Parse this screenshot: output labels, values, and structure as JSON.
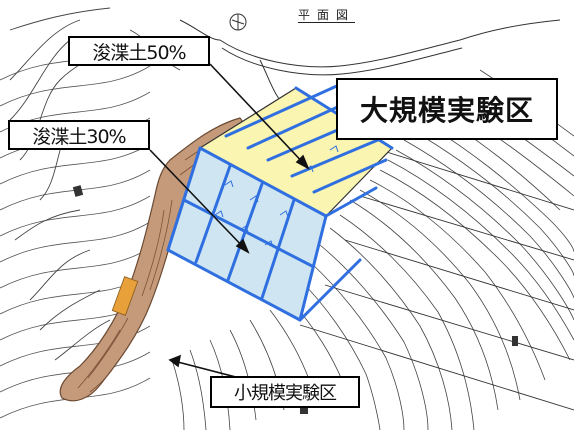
{
  "map": {
    "plan_title": "平面図",
    "labels": {
      "dredged_soil_50": "浚渫土50%",
      "dredged_soil_30": "浚渫土30%",
      "large_scale_area": "大規模実験区",
      "small_scale_area": "小規模実験区"
    }
  }
}
